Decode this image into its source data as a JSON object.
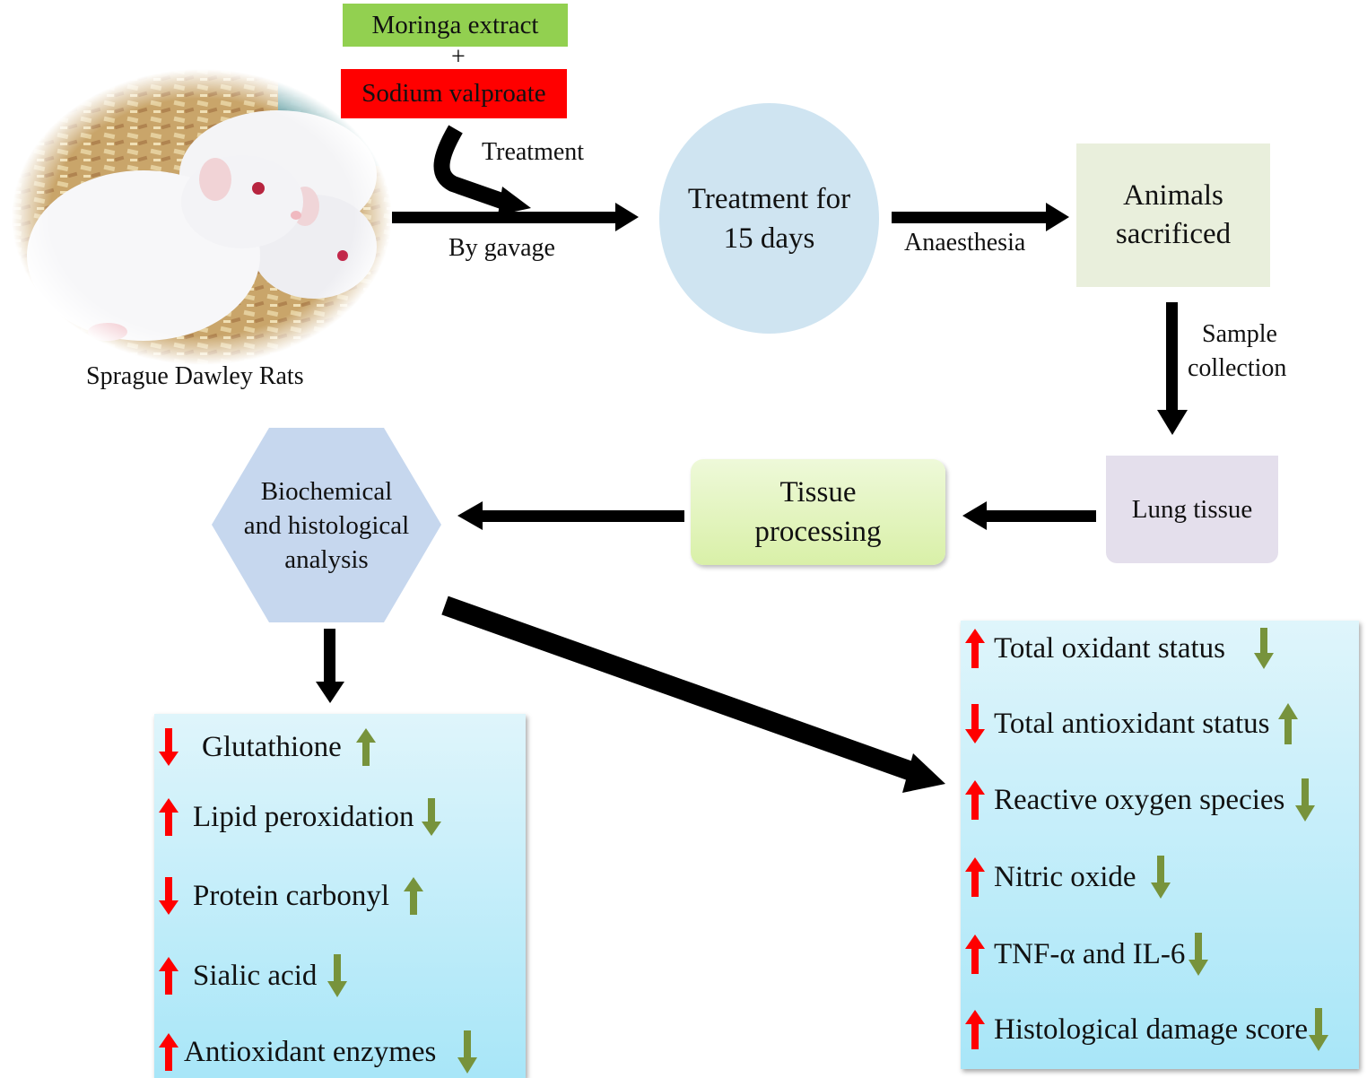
{
  "drug_tags": {
    "moringa": "Moringa extract",
    "plus": "+",
    "valproate": "Sodium valproate"
  },
  "labels": {
    "treatment": "Treatment",
    "by_gavage": "By gavage",
    "rats_caption": "Sprague Dawley Rats",
    "anaesthesia": "Anaesthesia",
    "sample_collection_1": "Sample",
    "sample_collection_2": "collection"
  },
  "nodes": {
    "treatment_15_days_1": "Treatment for",
    "treatment_15_days_2": "15 days",
    "animals_sacrificed_1": "Animals",
    "animals_sacrificed_2": "sacrificed",
    "lung_tissue": "Lung tissue",
    "tissue_processing_1": "Tissue",
    "tissue_processing_2": "processing",
    "analysis_1": "Biochemical",
    "analysis_2": "and histological",
    "analysis_3": "analysis"
  },
  "colors": {
    "moringa_green": "#92d050",
    "valproate_red": "#ff0000",
    "circle_blue": "#cfe4f1",
    "sacrificed_bg": "#e9efdc",
    "lung_bg": "#e4dfec",
    "processing_green": "#eaf7cf",
    "hexagon_blue": "#c6d7ee",
    "results_top": "#dff5fb",
    "results_bottom": "#a8e6f8",
    "increase_red": "#ff0000",
    "recovery_green": "#77933c"
  },
  "results_left": [
    {
      "label": "Glutathione",
      "disease_effect": "decrease",
      "moringa_effect": "increase"
    },
    {
      "label": "Lipid peroxidation",
      "disease_effect": "increase",
      "moringa_effect": "decrease"
    },
    {
      "label": "Protein carbonyl",
      "disease_effect": "decrease",
      "moringa_effect": "increase"
    },
    {
      "label": "Sialic acid",
      "disease_effect": "increase",
      "moringa_effect": "decrease"
    },
    {
      "label": "Antioxidant enzymes",
      "disease_effect": "increase",
      "moringa_effect": "decrease"
    }
  ],
  "results_right": [
    {
      "label": "Total oxidant status",
      "disease_effect": "increase",
      "moringa_effect": "decrease"
    },
    {
      "label": "Total antioxidant status",
      "disease_effect": "decrease",
      "moringa_effect": "increase"
    },
    {
      "label": "Reactive oxygen species",
      "disease_effect": "increase",
      "moringa_effect": "decrease"
    },
    {
      "label": "Nitric oxide",
      "disease_effect": "increase",
      "moringa_effect": "decrease"
    },
    {
      "label": "TNF-α and IL-6",
      "disease_effect": "increase",
      "moringa_effect": "decrease"
    },
    {
      "label": "Histological damage score",
      "disease_effect": "increase",
      "moringa_effect": "decrease"
    }
  ]
}
